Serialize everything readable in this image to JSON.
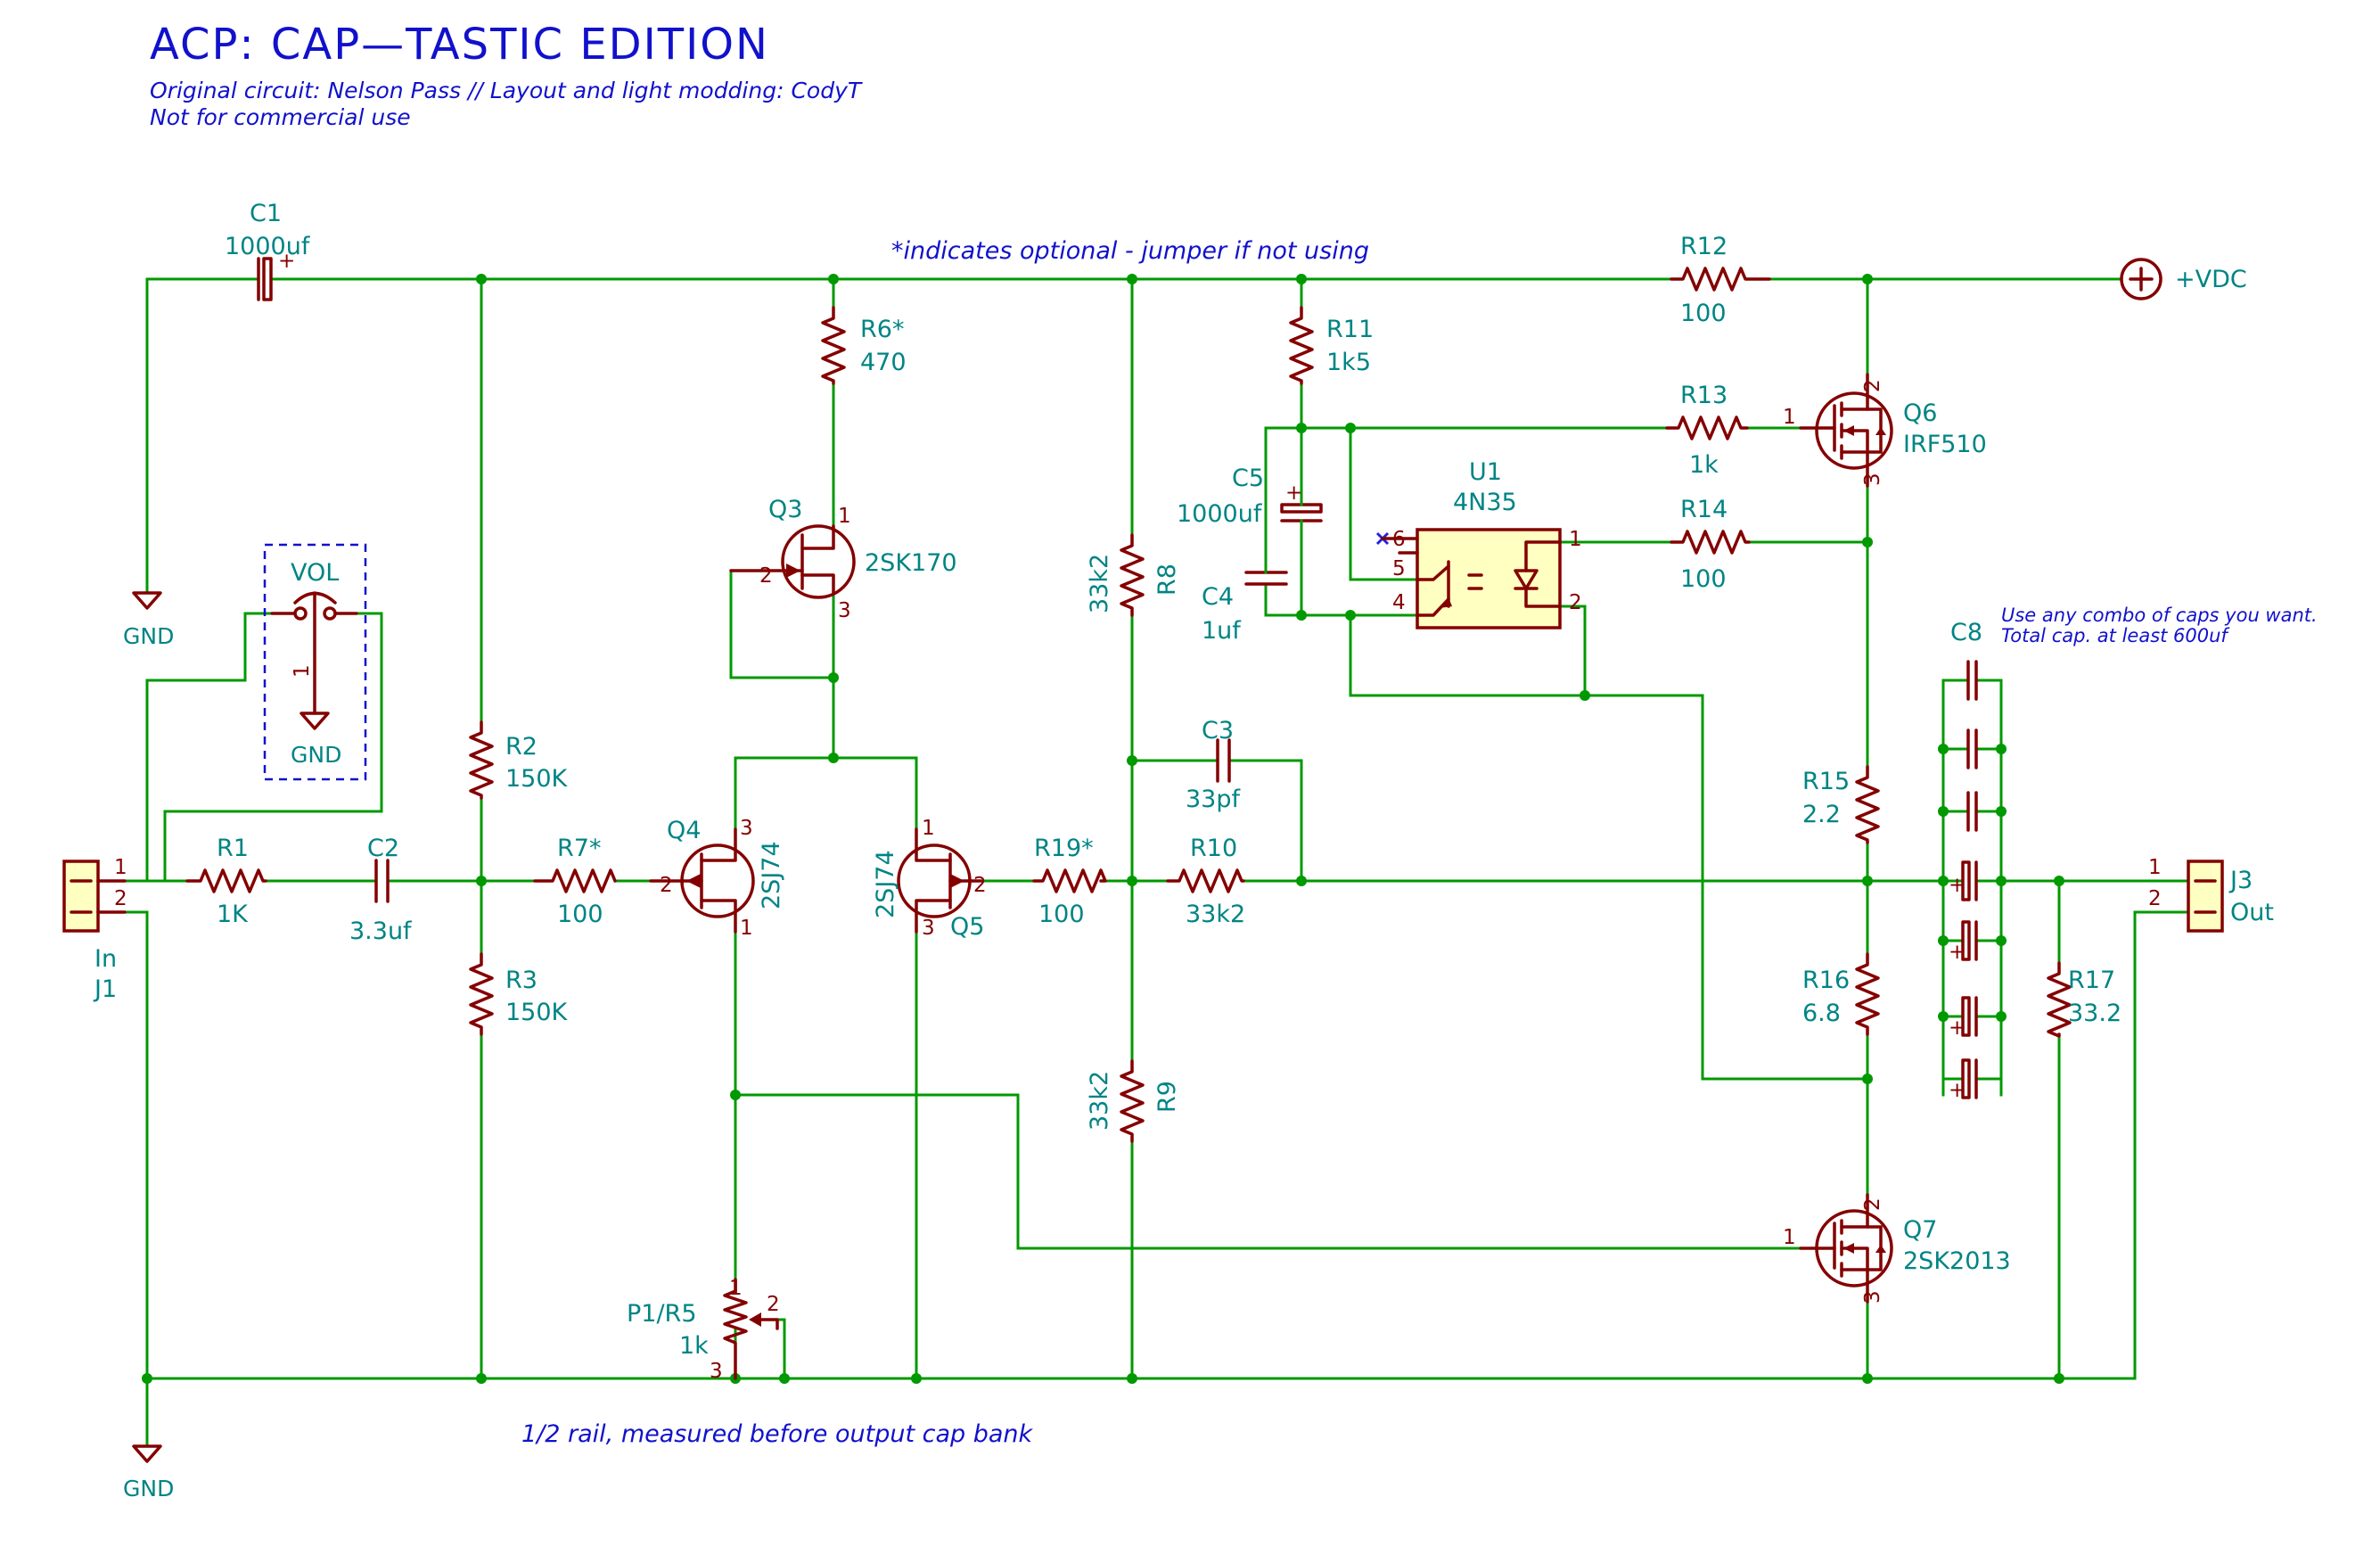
{
  "title": "ACP: CAP—TASTIC EDITION",
  "subtitle_line1": "Original circuit: Nelson Pass // Layout and light modding: CodyT",
  "subtitle_line2": "Not for commercial use",
  "notes": {
    "optional": "*indicates optional - jumper if not using",
    "caps_line1": "Use any combo of caps you want.",
    "caps_line2": "Total cap. at least 600uf",
    "rail": "1/2 rail, measured before output cap bank"
  },
  "power": {
    "vdc_label": "+VDC",
    "gnd_label": "GND"
  },
  "vol": {
    "label": "VOL",
    "pin": "1"
  },
  "components": {
    "C1": {
      "ref": "C1",
      "value": "1000uf"
    },
    "C2": {
      "ref": "C2",
      "value": "3.3uf"
    },
    "C3": {
      "ref": "C3",
      "value": "33pf"
    },
    "C4": {
      "ref": "C4",
      "value": "1uf"
    },
    "C5": {
      "ref": "C5",
      "value": "1000uf"
    },
    "C8": {
      "ref": "C8"
    },
    "R1": {
      "ref": "R1",
      "value": "1K"
    },
    "R2": {
      "ref": "R2",
      "value": "150K"
    },
    "R3": {
      "ref": "R3",
      "value": "150K"
    },
    "R6": {
      "ref": "R6*",
      "value": "470"
    },
    "R7": {
      "ref": "R7*",
      "value": "100"
    },
    "R8": {
      "ref": "R8",
      "value": "33k2"
    },
    "R9": {
      "ref": "R9",
      "value": "33k2"
    },
    "R10": {
      "ref": "R10",
      "value": "33k2"
    },
    "R11": {
      "ref": "R11",
      "value": "1k5"
    },
    "R12": {
      "ref": "R12",
      "value": "100"
    },
    "R13": {
      "ref": "R13",
      "value": "1k"
    },
    "R14": {
      "ref": "R14",
      "value": "100"
    },
    "R15": {
      "ref": "R15",
      "value": "2.2"
    },
    "R16": {
      "ref": "R16",
      "value": "6.8"
    },
    "R17": {
      "ref": "R17",
      "value": "33.2"
    },
    "R19": {
      "ref": "R19*",
      "value": "100"
    },
    "P1": {
      "ref": "P1/R5",
      "value": "1k"
    },
    "Q3": {
      "ref": "Q3",
      "value": "2SK170"
    },
    "Q4": {
      "ref": "Q4",
      "value": "2SJ74"
    },
    "Q5": {
      "ref": "Q5",
      "value": "2SJ74"
    },
    "Q6": {
      "ref": "Q6",
      "value": "IRF510"
    },
    "Q7": {
      "ref": "Q7",
      "value": "2SK2013"
    },
    "U1": {
      "ref": "U1",
      "value": "4N35"
    },
    "J1": {
      "ref": "J1",
      "value": "In"
    },
    "J3": {
      "ref": "J3",
      "value": "Out"
    }
  },
  "pins": {
    "p1": "1",
    "p2": "2",
    "p3": "3",
    "p4": "4",
    "p5": "5",
    "p6": "6"
  },
  "colors": {
    "wire": "#009900",
    "component": "#840000",
    "reference": "#008484",
    "note": "#1111cc",
    "body_fill": "#ffffc2"
  }
}
